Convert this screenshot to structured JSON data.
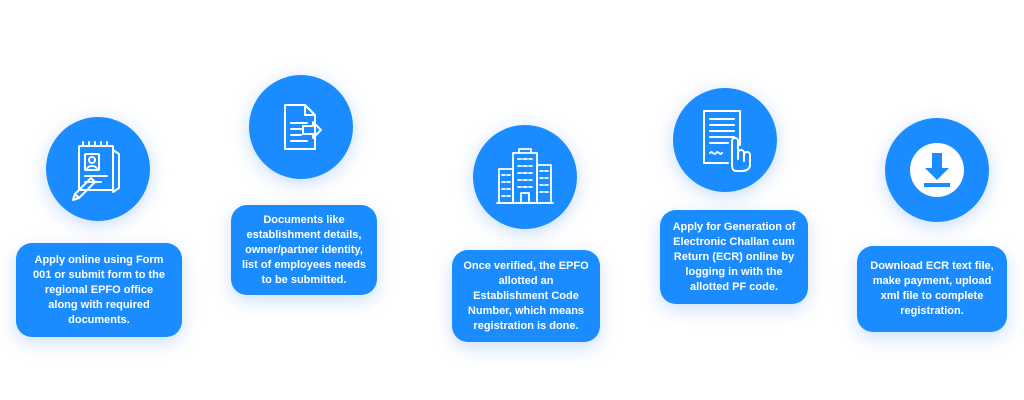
{
  "colors": {
    "accent": "#1a8cff",
    "icon_stroke": "#ffffff",
    "background": "#ffffff"
  },
  "steps": [
    {
      "icon": "application-form-icon",
      "text": "Apply online using Form\n001 or submit form to the\nregional EPFO office\nalong with required\ndocuments."
    },
    {
      "icon": "document-submit-icon",
      "text": "Documents like\nestablishment details,\nowner/partner identity,\nlist of employees needs\nto be submitted."
    },
    {
      "icon": "office-building-icon",
      "text": "Once verified, the EPFO\nallotted an\nEstablishment Code\nNumber, which means\nregistration is done."
    },
    {
      "icon": "ecr-document-hand-icon",
      "text": "Apply for Generation of\nElectronic Challan cum\nReturn (ECR) online by\nlogging in with the\nallotted PF code."
    },
    {
      "icon": "download-icon",
      "text": "Download ECR text file,\nmake payment, upload\nxml file to complete\nregistration."
    }
  ]
}
